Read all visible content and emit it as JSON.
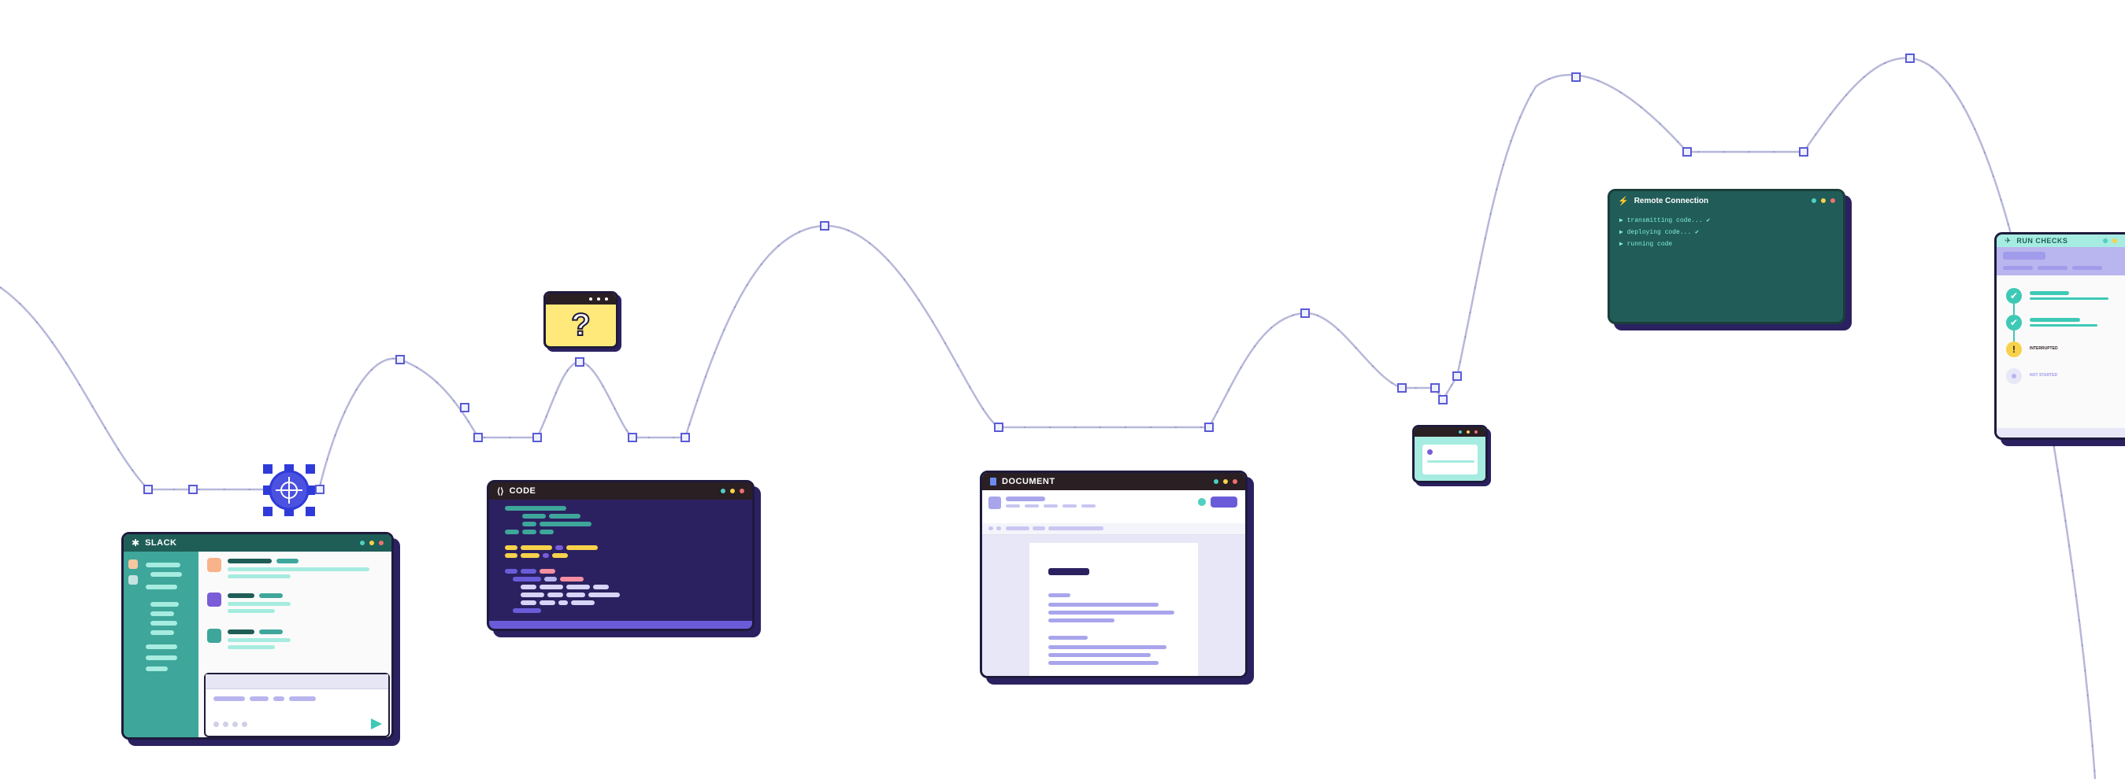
{
  "windows": {
    "slack": {
      "title": "SLACK"
    },
    "code": {
      "title": "CODE"
    },
    "document": {
      "title": "DOCUMENT"
    },
    "remote": {
      "title": "Remote Connection",
      "lines": [
        "transmitting code...",
        "deploying code...",
        "running code"
      ]
    },
    "checks": {
      "title": "RUN CHECKS",
      "steps": [
        {
          "state": "done",
          "label": ""
        },
        {
          "state": "done",
          "label": ""
        },
        {
          "state": "warning",
          "label": "INTERRUPTED"
        },
        {
          "state": "pending",
          "label": "NOT STARTED"
        }
      ]
    }
  },
  "mystery_box": {
    "glyph": "?"
  },
  "colors": {
    "path": "#b7b8d9",
    "node": "#5b5bd6",
    "selected": "#2f3bd9",
    "teal": "#1f5e57",
    "navy": "#2b2160",
    "lavender": "#a9a5ec"
  }
}
